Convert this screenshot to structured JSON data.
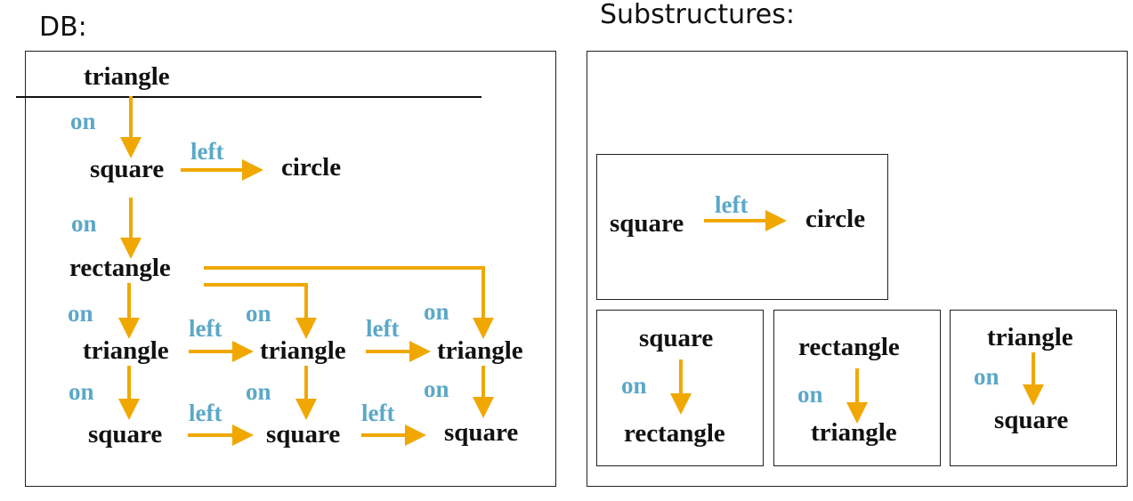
{
  "headings": {
    "db": "DB:",
    "substructures": "Substructures:"
  },
  "colors": {
    "edge": "#f0a800",
    "relation_label": "#5ba8c8",
    "node_text": "#111111"
  },
  "db": {
    "nodes": {
      "triangle_top": "triangle",
      "square_1": "square",
      "circle": "circle",
      "rectangle": "rectangle",
      "triangle_a": "triangle",
      "triangle_b": "triangle",
      "triangle_c": "triangle",
      "square_a": "square",
      "square_b": "square",
      "square_c": "square"
    },
    "edge_labels": {
      "on_1": "on",
      "left_1": "left",
      "on_2": "on",
      "on_3": "on",
      "on_4": "on",
      "on_5": "on",
      "left_2": "left",
      "left_3": "left",
      "on_6": "on",
      "on_7": "on",
      "on_8": "on",
      "left_4": "left",
      "left_5": "left"
    }
  },
  "substructures": [
    {
      "source": "square",
      "relation": "left",
      "target": "circle"
    },
    {
      "source": "square",
      "relation": "on",
      "target": "rectangle"
    },
    {
      "source": "rectangle",
      "relation": "on",
      "target": "triangle"
    },
    {
      "source": "triangle",
      "relation": "on",
      "target": "square"
    }
  ]
}
